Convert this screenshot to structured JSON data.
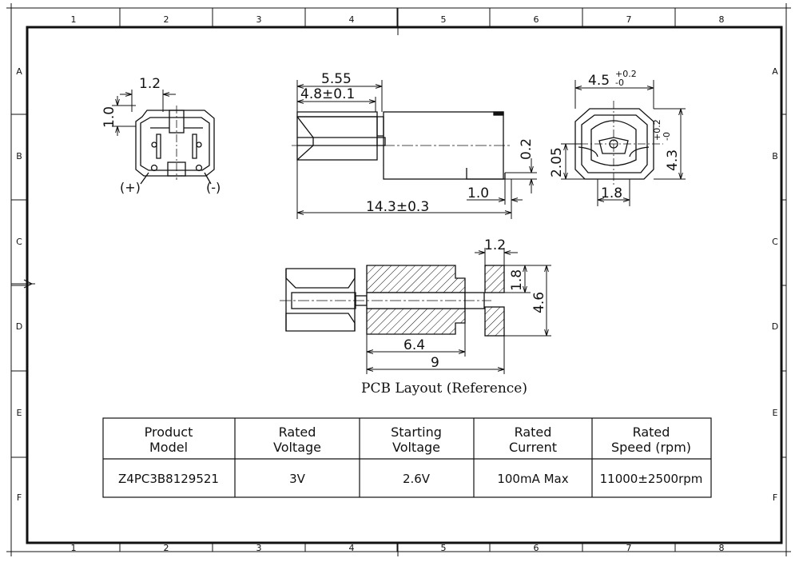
{
  "zones": {
    "columns": [
      "1",
      "2",
      "3",
      "4",
      "5",
      "6",
      "7",
      "8"
    ],
    "rows": [
      "A",
      "B",
      "C",
      "D",
      "E",
      "F"
    ]
  },
  "dims": {
    "pin_width": "1.2",
    "pin_height": "1.0",
    "pin_positive": "(+)",
    "pin_negative": "(-)",
    "len_5_55": "5.55",
    "len_4_8": "4.8±0.1",
    "len_0_2": "0.2",
    "len_1_0": "1.0",
    "len_total": "14.3±0.3",
    "w_4_5": "4.5",
    "w_4_5_tol_upper": "+0.2",
    "w_4_5_tol_lower": "-0",
    "h_4_3": "4.3",
    "h_4_3_tol_upper": "+0.2",
    "h_4_3_tol_lower": "-0",
    "h_2_05": "2.05",
    "w_1_8": "1.8",
    "pcb_1_2": "1.2",
    "pcb_1_8": "1.8",
    "pcb_4_6": "4.6",
    "pcb_6_4": "6.4",
    "pcb_9": "9"
  },
  "pcb_caption": "PCB Layout (Reference)",
  "spec_table": {
    "headers": [
      [
        "Product",
        "Model"
      ],
      [
        "Rated",
        "Voltage"
      ],
      [
        "Starting",
        "Voltage"
      ],
      [
        "Rated",
        "Current"
      ],
      [
        "Rated",
        "Speed (rpm)"
      ]
    ],
    "row": [
      "Z4PC3B8129521",
      "3V",
      "2.6V",
      "100mA Max",
      "11000±2500rpm"
    ]
  }
}
